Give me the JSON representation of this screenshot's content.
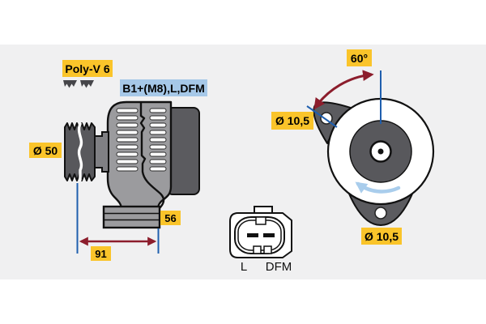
{
  "diagram": {
    "type": "technical-drawing",
    "subject": "alternator-dimension-diagram"
  },
  "side_view": {
    "belt_label": "Poly-V 6",
    "terminal_label": "B1+(M8),L,DFM",
    "pulley_diameter_label": "Ø 50",
    "foot_width_label": "56",
    "length_label": "91"
  },
  "rear_view": {
    "mount_angle_label": "60°",
    "hole_top_label": "Ø 10,5",
    "hole_bottom_label": "Ø 10,5"
  },
  "connector": {
    "pin_labels": [
      "L",
      "DFM"
    ]
  },
  "icons": {
    "belt_profile": "poly-v-belt-profile-icon",
    "rotation": "counterclockwise-rotation-arrow-icon"
  },
  "colors": {
    "highlight_yellow": "#FAC42A",
    "label_blue": "#A6C8E8",
    "dimension_red": "#8C1D2C",
    "dimension_blue": "#1F5FAE",
    "rotation_arrow_blue": "#A9CDEC",
    "body_gray": "#9B9B9E",
    "dark_gray": "#5B5B5F",
    "band_background": "#F0F0F1"
  }
}
